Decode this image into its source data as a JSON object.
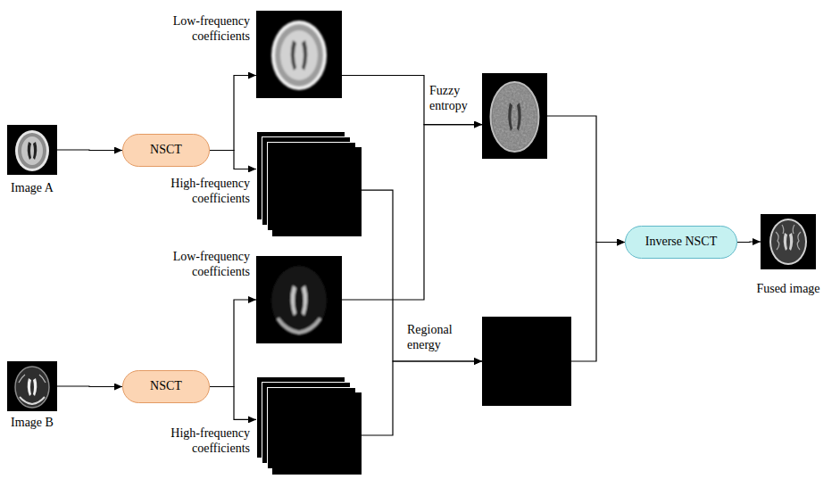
{
  "diagram": {
    "nodes": [
      {
        "text": [
          "Image A"
        ]
      },
      {
        "text": [
          "NSCT"
        ]
      },
      {
        "text": [
          "Low-frequency coefficients"
        ]
      },
      {
        "text": [
          "High-frequency coefficients"
        ]
      },
      {
        "text": [
          "Image B"
        ]
      },
      {
        "text": [
          "NSCT"
        ]
      },
      {
        "text": [
          "Low-frequency coefficients"
        ]
      },
      {
        "text": [
          "High-frequency coefficients"
        ]
      },
      {
        "text": [
          "Fuzzy entropy"
        ]
      },
      {
        "text": [
          "Regional energy"
        ]
      },
      {
        "text": [
          "Inverse NSCT"
        ]
      },
      {
        "text": [
          "Fused image"
        ]
      }
    ],
    "edges": [
      {
        "from": 0,
        "to": 1,
        "arrow": "to"
      },
      {
        "from": 1,
        "to": 2,
        "arrow": "to"
      },
      {
        "from": 1,
        "to": 3,
        "arrow": "to"
      },
      {
        "from": 4,
        "to": 5,
        "arrow": "to"
      },
      {
        "from": 5,
        "to": 6,
        "arrow": "to"
      },
      {
        "from": 5,
        "to": 7,
        "arrow": "to"
      },
      {
        "from": 2,
        "to": 8,
        "arrow": "to"
      },
      {
        "from": 6,
        "to": 8,
        "arrow": "to"
      },
      {
        "from": 3,
        "to": 9,
        "arrow": "to"
      },
      {
        "from": 7,
        "to": 9,
        "arrow": "to"
      },
      {
        "from": 8,
        "to": 10,
        "arrow": "to"
      },
      {
        "from": 9,
        "to": 10,
        "arrow": "to"
      },
      {
        "from": 10,
        "to": 11,
        "arrow": "to"
      }
    ]
  }
}
